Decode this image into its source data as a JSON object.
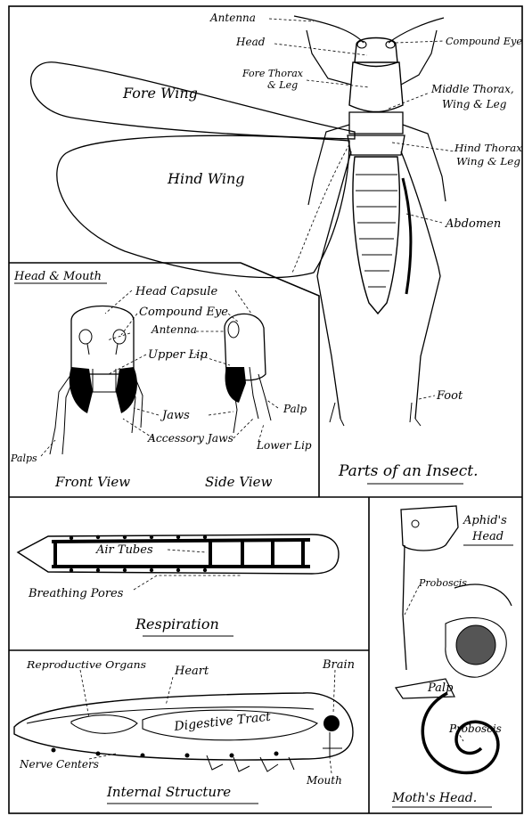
{
  "insect": {
    "labels": {
      "antenna": "Antenna",
      "head": "Head",
      "compound_eye": "Compound Eye",
      "fore_thorax_1": "Fore Thorax",
      "fore_thorax_2": "& Leg",
      "fore_wing": "Fore Wing",
      "middle_thorax_1": "Middle Thorax,",
      "middle_thorax_2": "Wing & Leg",
      "hind_thorax_1": "Hind Thorax",
      "hind_thorax_2": "Wing & Leg",
      "hind_wing": "Hind Wing",
      "abdomen": "Abdomen",
      "foot": "Foot"
    },
    "caption": "Parts of an Insect."
  },
  "head_mouth": {
    "title": "Head & Mouth",
    "labels": {
      "head_capsule": "Head Capsule",
      "compound_eye": "Compound Eye",
      "antenna": "Antenna",
      "upper_lip": "Upper Lip",
      "jaws": "Jaws",
      "accessory_jaws": "Accessory Jaws",
      "palp": "Palp",
      "lower_lip": "Lower Lip",
      "palps": "Palps"
    },
    "front_view": "Front View",
    "side_view": "Side View"
  },
  "respiration": {
    "air_tubes": "Air Tubes",
    "breathing_pores": "Breathing Pores",
    "caption": "Respiration"
  },
  "internal": {
    "reproductive_organs": "Reproductive Organs",
    "heart": "Heart",
    "brain": "Brain",
    "digestive_tract": "Digestive Tract",
    "nerve_centers": "Nerve Centers",
    "mouth": "Mouth",
    "caption": "Internal Structure"
  },
  "moth": {
    "aphid_head_1": "Aphid's",
    "aphid_head_2": "Head",
    "proboscis_1": "Proboscis",
    "palp": "Palp",
    "proboscis_2": "Proboscis",
    "caption": "Moth's Head."
  }
}
